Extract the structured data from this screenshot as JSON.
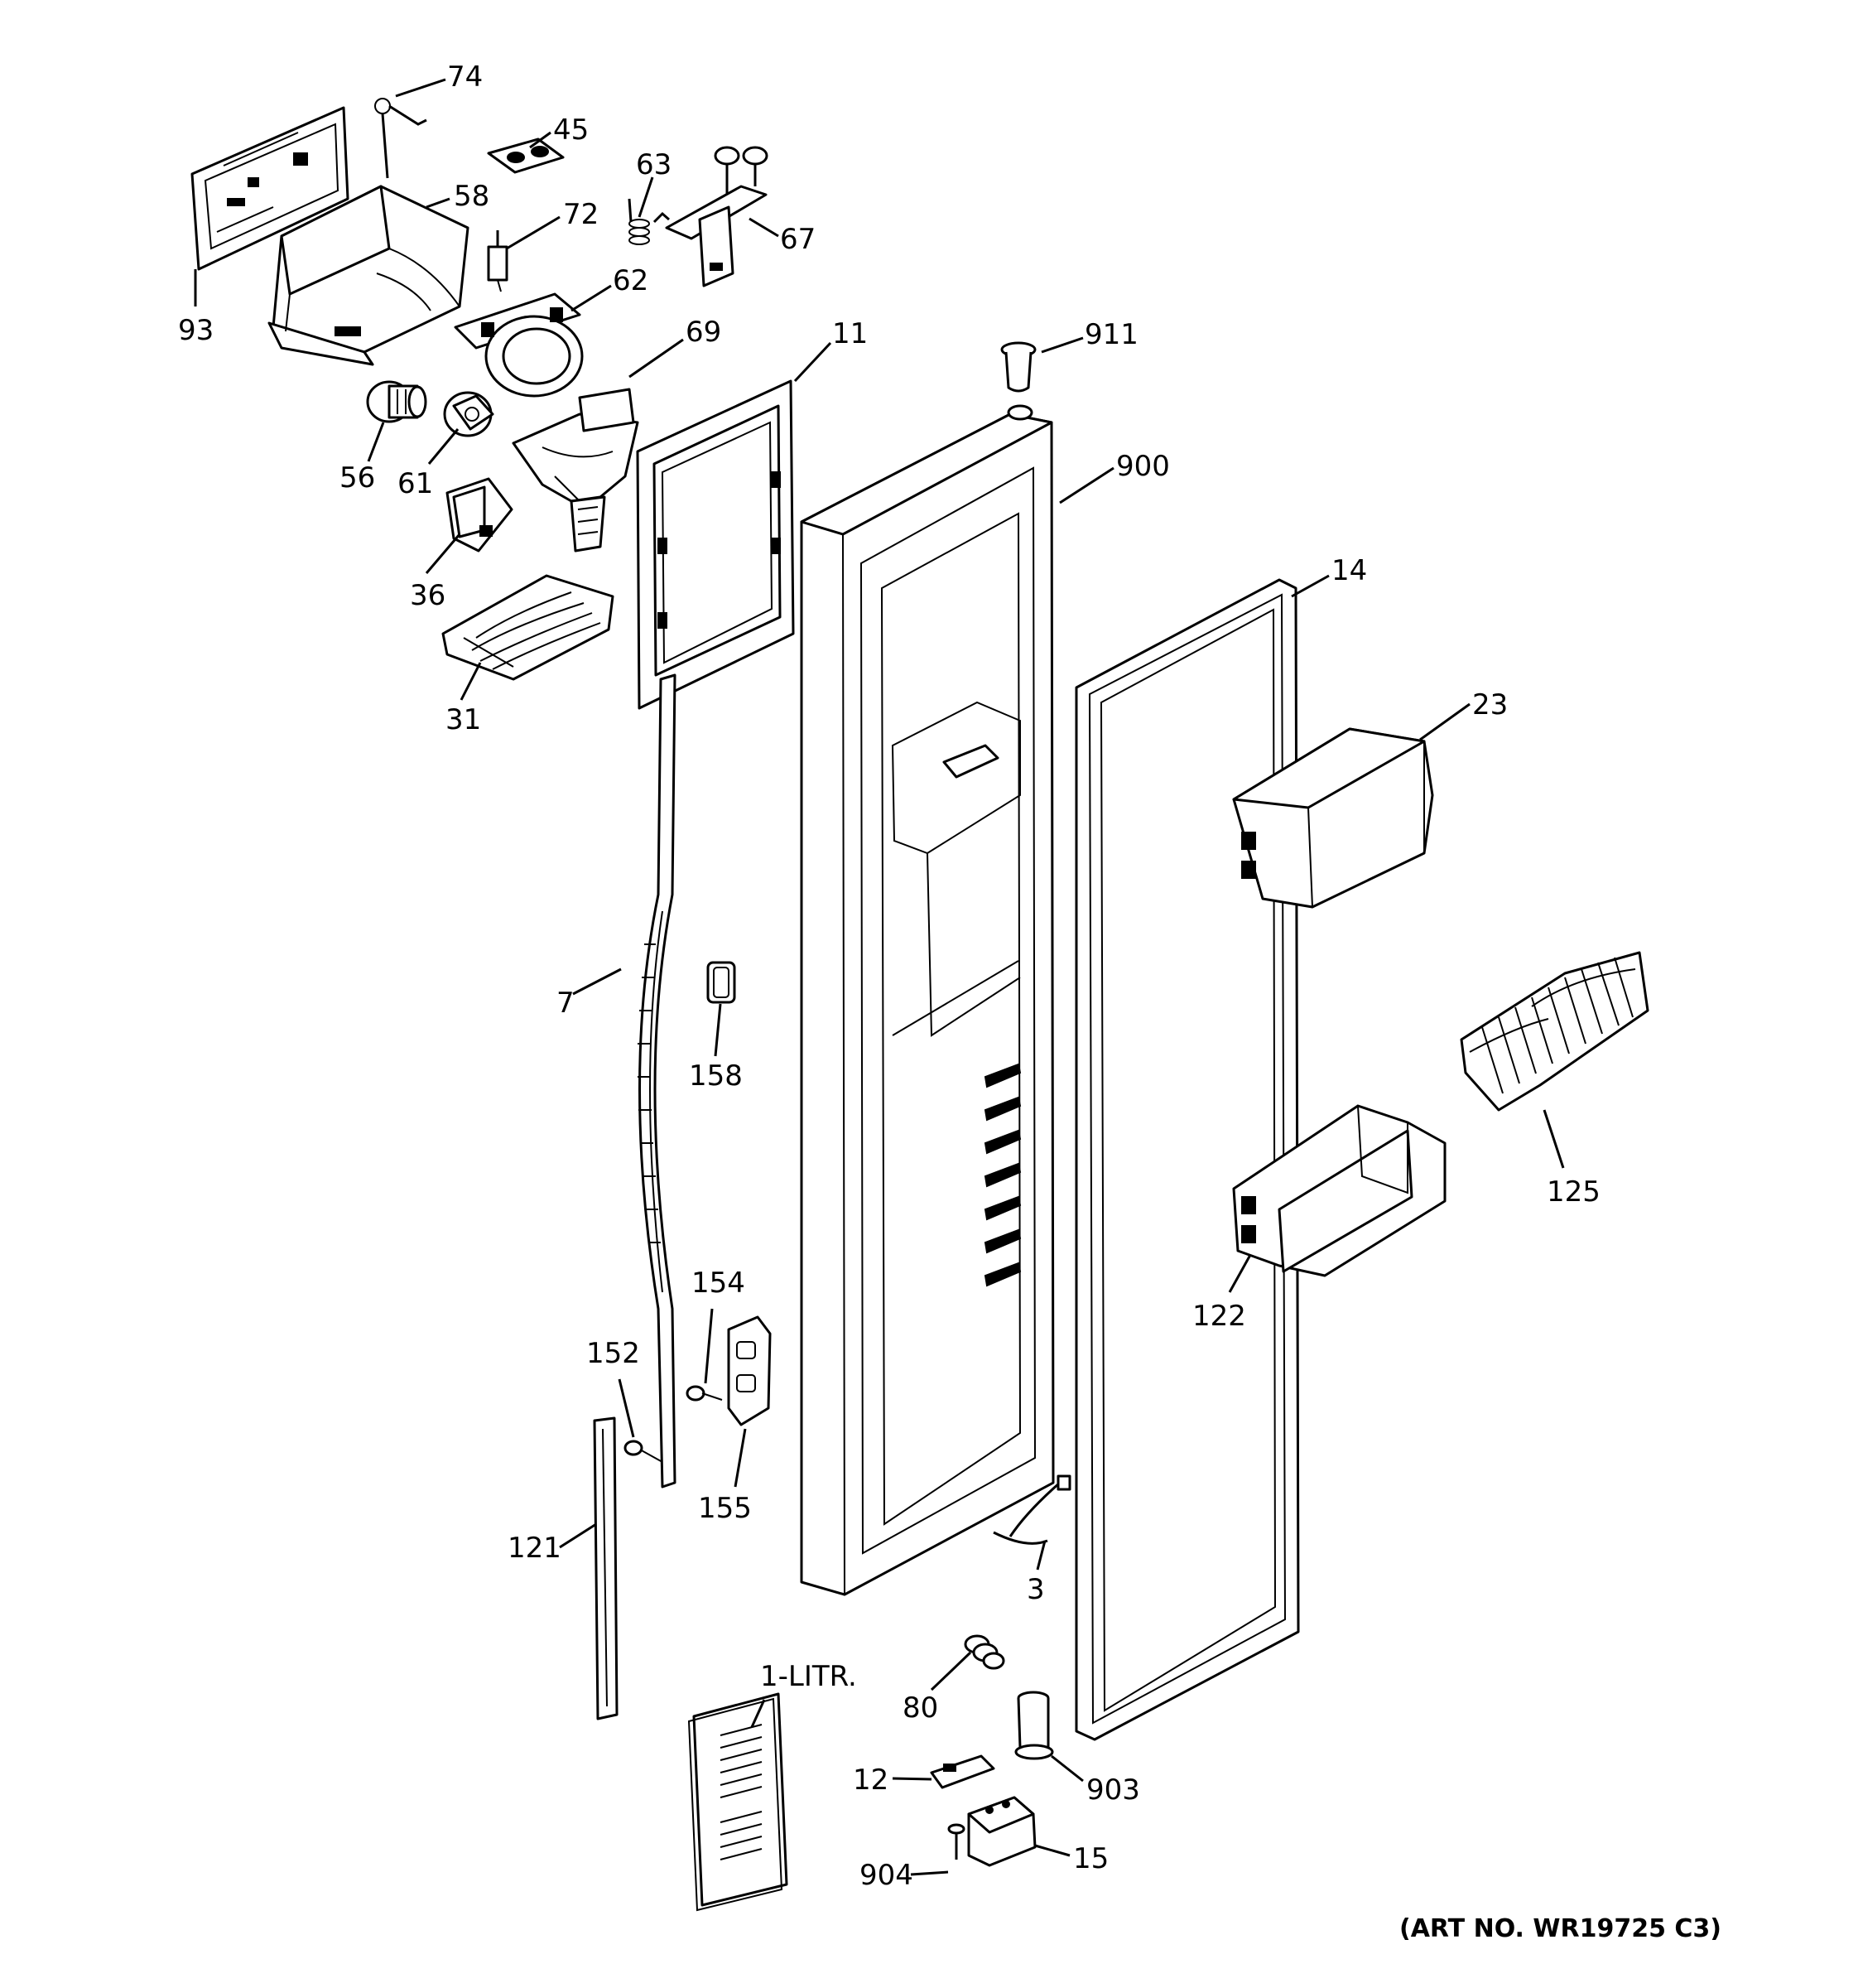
{
  "labels": {
    "p74": "74",
    "p45": "45",
    "p63": "63",
    "p58": "58",
    "p72": "72",
    "p67": "67",
    "p93": "93",
    "p62": "62",
    "p69": "69",
    "p11": "11",
    "p911": "911",
    "p56": "56",
    "p61": "61",
    "p900": "900",
    "p36": "36",
    "p14": "14",
    "p31": "31",
    "p23": "23",
    "p7": "7",
    "p158": "158",
    "p125": "125",
    "p154": "154",
    "p122": "122",
    "p152": "152",
    "p155": "155",
    "p121": "121",
    "p3": "3",
    "p1litr": "1-LITR.",
    "p80": "80",
    "p12": "12",
    "p903": "903",
    "p904": "904",
    "p15": "15"
  },
  "art_number": "(ART NO. WR19725 C3)"
}
